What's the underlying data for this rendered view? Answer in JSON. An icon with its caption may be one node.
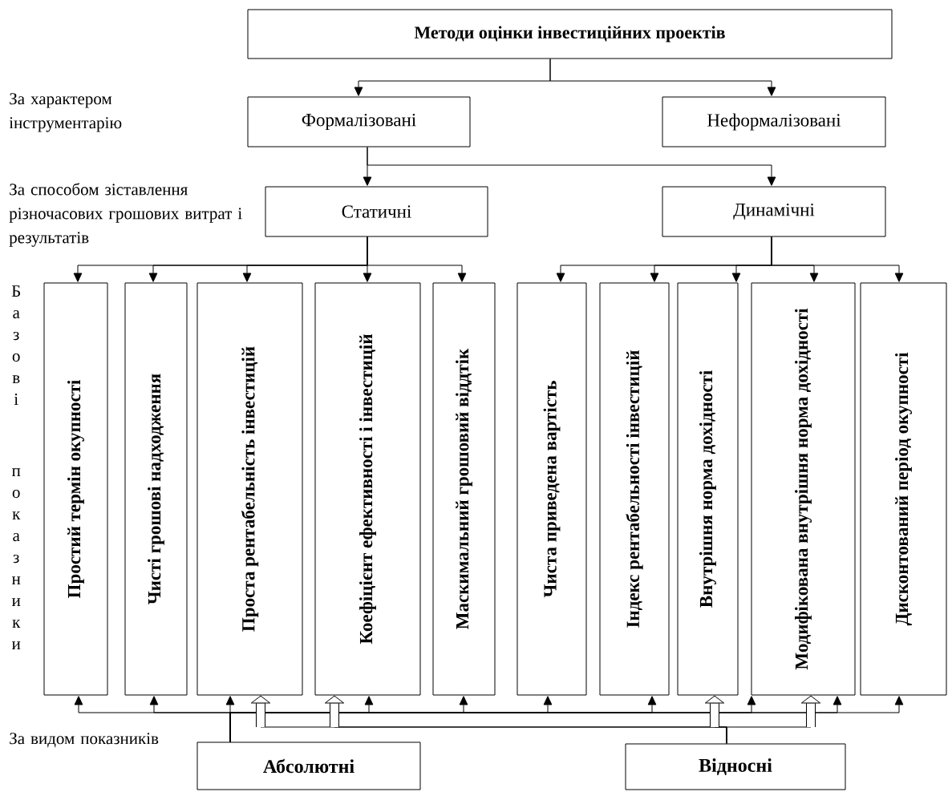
{
  "diagram": {
    "nodes": [
      {
        "text": [
          "Методи оцінки інвестиційних проектів"
        ]
      },
      {
        "text": [
          "Формалізовані"
        ]
      },
      {
        "text": [
          "Неформалізовані"
        ]
      },
      {
        "text": [
          "Статичні"
        ]
      },
      {
        "text": [
          "Динамічні"
        ]
      },
      {
        "text": [
          "Простий термін окупності"
        ]
      },
      {
        "text": [
          "Чисті грошові надходження"
        ]
      },
      {
        "text": [
          "Проста рентабельність інвестицій"
        ]
      },
      {
        "text": [
          "Коефіцієнт ефективності і інвестицій"
        ]
      },
      {
        "text": [
          "Маскимальний грошовий віддтік"
        ]
      },
      {
        "text": [
          "Чиста приведена вартість"
        ]
      },
      {
        "text": [
          "Індекс рентабельності інвестицій"
        ]
      },
      {
        "text": [
          "Внутрішня норма дохідності"
        ]
      },
      {
        "text": [
          "Модифікована внутрішня норма дохідності"
        ]
      },
      {
        "text": [
          "Дисконтований період окупності"
        ]
      },
      {
        "text": [
          "Абсолютні"
        ]
      },
      {
        "text": [
          "Відносні"
        ]
      }
    ],
    "edges": [
      {
        "from": 0,
        "to": 1,
        "arrow": "to"
      },
      {
        "from": 0,
        "to": 2,
        "arrow": "to"
      },
      {
        "from": 1,
        "to": 3,
        "arrow": "to"
      },
      {
        "from": 1,
        "to": 4,
        "arrow": "to"
      },
      {
        "from": 3,
        "to": 5,
        "arrow": "to"
      },
      {
        "from": 3,
        "to": 6,
        "arrow": "to"
      },
      {
        "from": 3,
        "to": 7,
        "arrow": "to"
      },
      {
        "from": 3,
        "to": 8,
        "arrow": "to"
      },
      {
        "from": 3,
        "to": 9,
        "arrow": "to"
      },
      {
        "from": 4,
        "to": 10,
        "arrow": "to"
      },
      {
        "from": 4,
        "to": 11,
        "arrow": "to"
      },
      {
        "from": 4,
        "to": 12,
        "arrow": "to"
      },
      {
        "from": 4,
        "to": 13,
        "arrow": "to"
      },
      {
        "from": 4,
        "to": 14,
        "arrow": "to"
      },
      {
        "from": 15,
        "to": 5,
        "arrow": "to"
      },
      {
        "from": 15,
        "to": 6,
        "arrow": "to"
      },
      {
        "from": 15,
        "to": 7,
        "arrow": "to"
      },
      {
        "from": 15,
        "to": 8,
        "arrow": "to"
      },
      {
        "from": 15,
        "to": 9,
        "arrow": "to"
      },
      {
        "from": 15,
        "to": 10,
        "arrow": "to"
      },
      {
        "from": 15,
        "to": 11,
        "arrow": "to"
      },
      {
        "from": 15,
        "to": 13,
        "arrow": "to"
      },
      {
        "from": 15,
        "to": 13,
        "arrow": "to"
      },
      {
        "from": 15,
        "to": 14,
        "arrow": "to"
      },
      {
        "from": 16,
        "to": 7,
        "arrow": "to"
      },
      {
        "from": 16,
        "to": 8,
        "arrow": "to"
      },
      {
        "from": 16,
        "to": 12,
        "arrow": "to"
      },
      {
        "from": 16,
        "to": 13,
        "arrow": "to"
      }
    ],
    "labels": [
      "За характером інструментарію",
      "За способом зіставлення різночасових грошових витрат і результатів",
      "Базові показники",
      "За видом показників"
    ]
  }
}
